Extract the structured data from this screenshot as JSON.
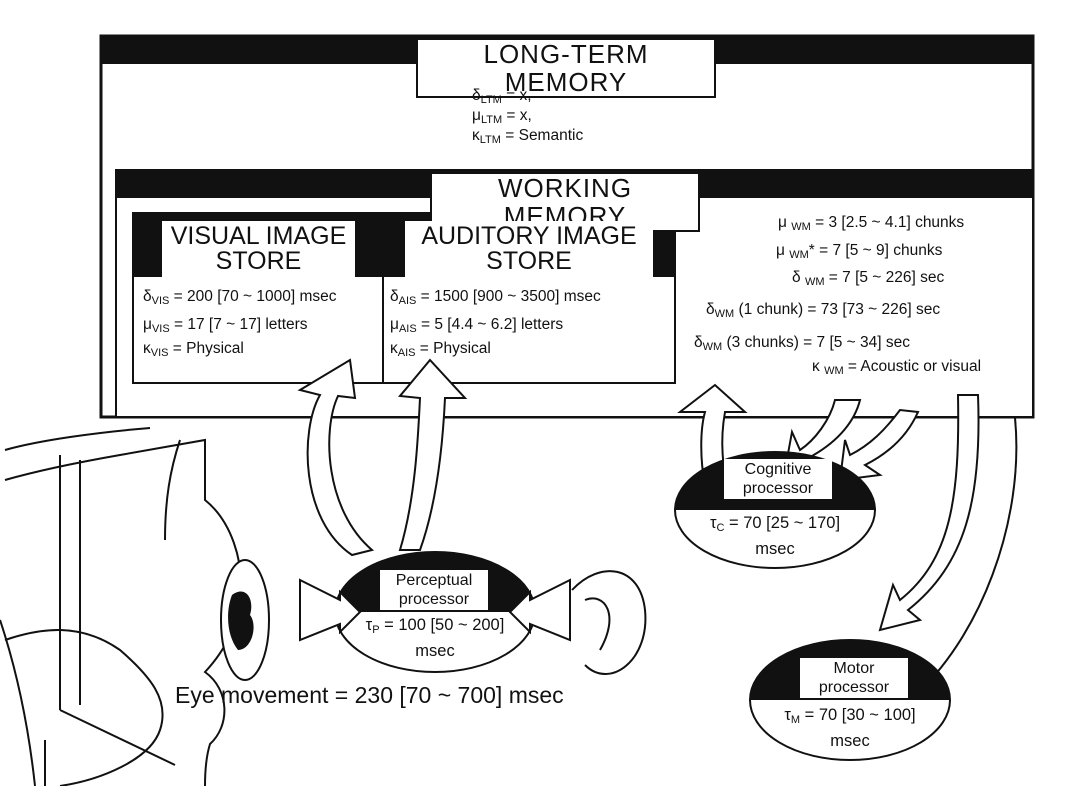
{
  "ltm": {
    "title": "LONG-TERM MEMORY",
    "params": [
      "δ<sub>LTM</sub> = x,",
      "μ<sub>LTM</sub> = x,",
      "κ<sub>LTM</sub> = Semantic"
    ]
  },
  "wm": {
    "title": "WORKING MEMORY",
    "params": [
      "μ <sub>WM</sub> = 3 [2.5 ~ 4.1] chunks",
      "μ <sub>WM</sub>* = 7 [5 ~ 9] chunks",
      "δ <sub>WM</sub> = 7 [5 ~ 226] sec",
      "δ<sub>WM</sub> (1 chunk) = 73 [73 ~ 226] sec",
      "δ<sub>WM</sub> (3 chunks) = 7 [5 ~ 34] sec",
      "κ <sub>WM</sub> = Acoustic or visual"
    ]
  },
  "vis": {
    "title_line1": "VISUAL IMAGE",
    "title_line2": "STORE",
    "params": [
      "δ<sub>VIS</sub> = 200 [70 ~ 1000] msec",
      "μ<sub>VIS</sub> = 17 [7 ~ 17] letters",
      "κ<sub>VIS</sub> = Physical"
    ]
  },
  "ais": {
    "title_line1": "AUDITORY IMAGE",
    "title_line2": "STORE",
    "params": [
      "δ<sub>AIS</sub> = 1500 [900 ~ 3500] msec",
      "μ<sub>AIS</sub> = 5 [4.4 ~ 6.2] letters",
      "κ<sub>AIS</sub> = Physical"
    ]
  },
  "perceptual": {
    "label_line1": "Perceptual",
    "label_line2": "processor",
    "param": "τ<sub>P</sub> = 100 [50 ~ 200]",
    "unit": "msec"
  },
  "cognitive": {
    "label_line1": "Cognitive",
    "label_line2": "processor",
    "param": "τ<sub>C</sub> = 70 [25 ~ 170]",
    "unit": "msec"
  },
  "motor": {
    "label_line1": "Motor",
    "label_line2": "processor",
    "param": "τ<sub>M</sub> = 70 [30 ~ 100]",
    "unit": "msec"
  },
  "eye_movement": "Eye movement = 230 [70 ~ 700] msec"
}
